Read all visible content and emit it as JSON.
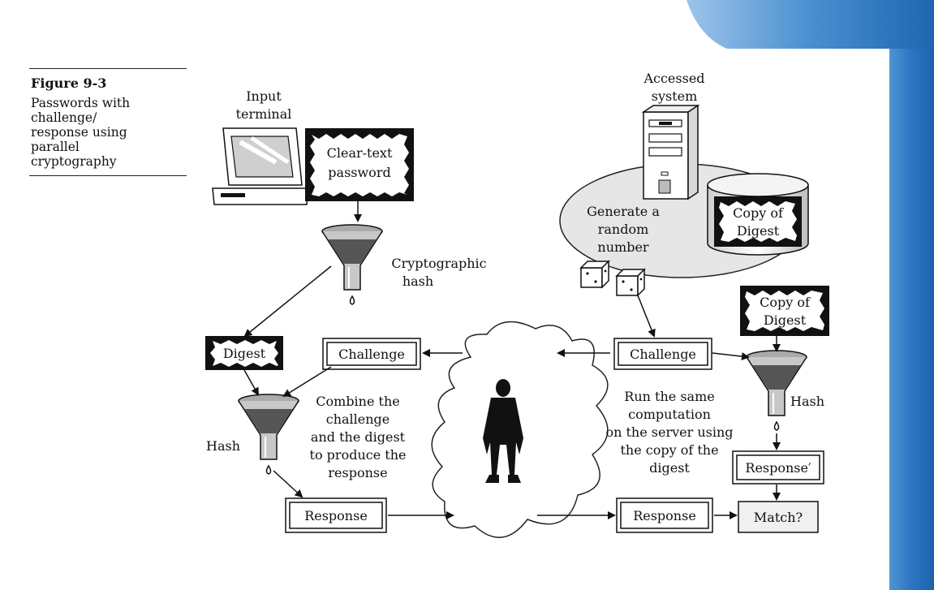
{
  "caption": {
    "figure_label": "Figure 9-3",
    "text": "Passwords with\nchallenge/\nresponse using\nparallel\ncryptography"
  },
  "labels": {
    "input_terminal": [
      "Input",
      "terminal"
    ],
    "clear_text": [
      "Clear-text",
      "password"
    ],
    "crypto_hash": [
      "Cryptographic",
      "hash"
    ],
    "accessed_system": [
      "Accessed",
      "system"
    ],
    "generate_random": [
      "Generate a",
      "random",
      "number"
    ],
    "copy_of_digest_db": [
      "Copy of",
      "Digest"
    ],
    "copy_of_digest_right": [
      "Copy of",
      "Digest"
    ],
    "digest": "Digest",
    "challenge_left": "Challenge",
    "challenge_right": "Challenge",
    "hash_left": "Hash",
    "hash_right": "Hash",
    "combine_text": [
      "Combine the",
      "challenge",
      "and the digest",
      "to produce the",
      "response"
    ],
    "run_same_text": [
      "Run the same",
      "computation",
      "on the server using",
      "the copy of the",
      "digest"
    ],
    "response_left": "Response",
    "response_right": "Response",
    "response_prime": "Response′",
    "match": "Match?"
  },
  "icons": [
    "computer-icon",
    "server-icon",
    "database-icon",
    "dice-icon",
    "funnel-icon",
    "person-icon",
    "cloud-icon"
  ],
  "colors": {
    "accent_band": "#2f78c3",
    "ellipse_fill": "#e6e6e6",
    "ink": "#111111"
  }
}
